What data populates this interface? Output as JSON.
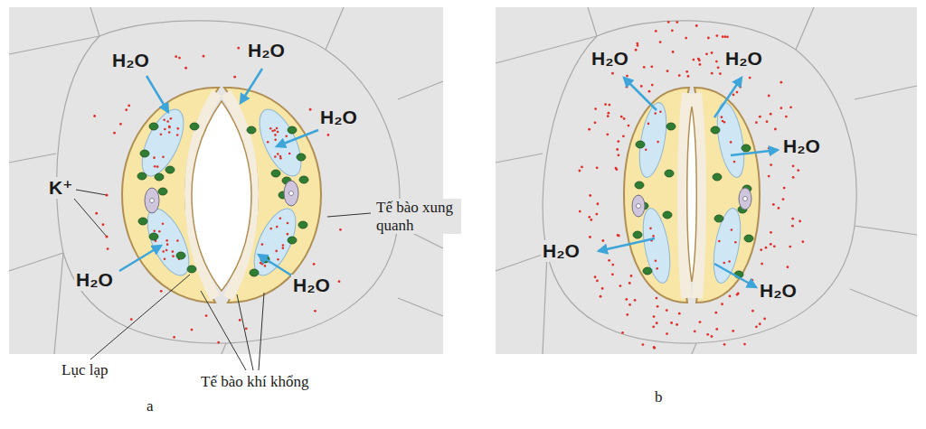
{
  "diagram": {
    "labels": [
      "H₂O",
      "H₂O",
      "H₂O",
      "K⁺",
      "Tế bào xung quanh",
      "H₂O",
      "H₂O",
      "Lục lạp",
      "Tế bào khí khổng",
      "a",
      "H₂O",
      "H₂O",
      "H₂O",
      "H₂O",
      "H₂O",
      "b"
    ]
  }
}
